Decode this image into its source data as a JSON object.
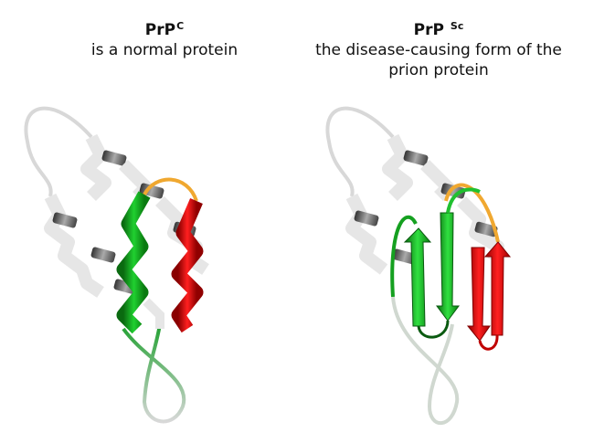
{
  "panels": [
    {
      "name": "PrP",
      "superscript": "C",
      "description": "is a normal protein",
      "structure": "alpha-helix"
    },
    {
      "name": "PrP",
      "superscript": "Sc",
      "description_line1": "the disease-causing form of the",
      "description_line2": "prion protein",
      "structure": "beta-sheet"
    }
  ],
  "colors": {
    "helix_gray": "#e6e6e6",
    "helix_dark": "#5a5a5a",
    "green": "#10b020",
    "red": "#e81010",
    "orange": "#f0a830"
  }
}
